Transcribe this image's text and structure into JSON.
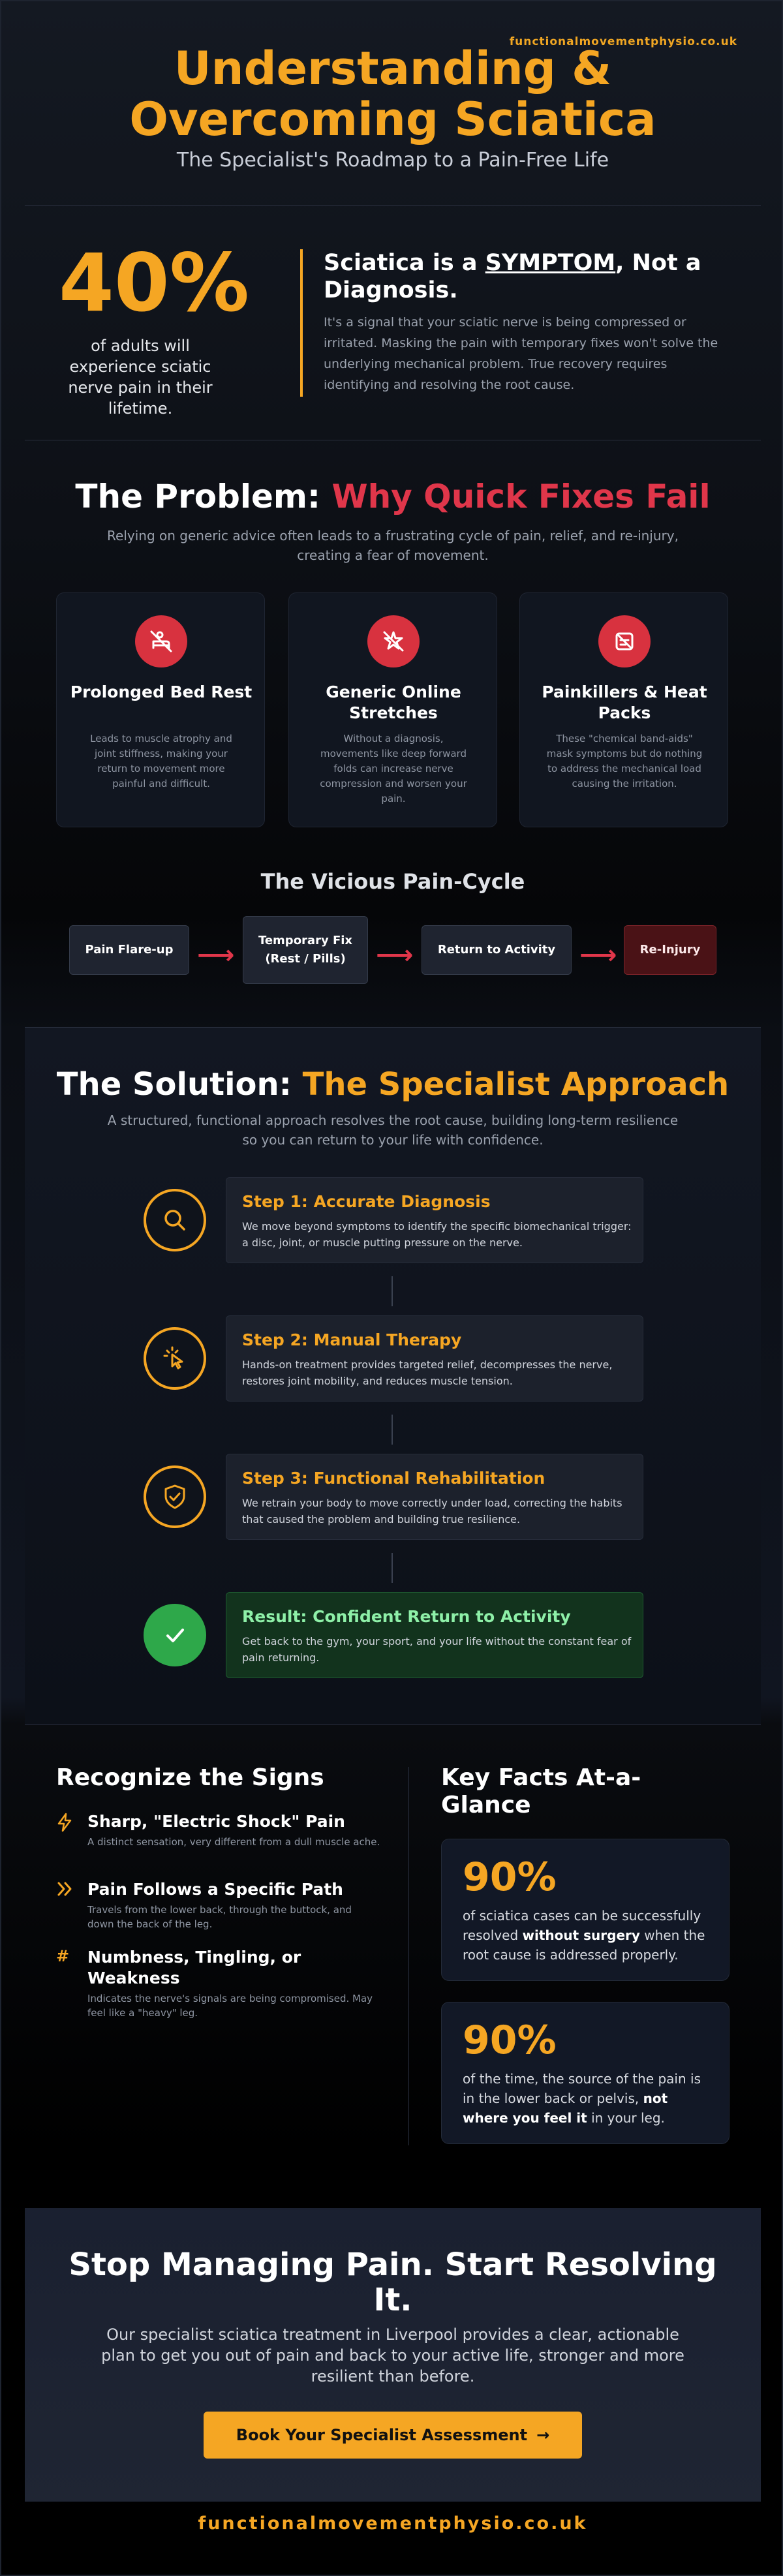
{
  "header": {
    "domain": "functionalmovementphysio.co.uk",
    "title_line1": "Understanding &",
    "title_line2": "Overcoming Sciatica",
    "subtitle": "The Specialist's Roadmap to a Pain-Free Life"
  },
  "stat": {
    "value": "40%",
    "caption": "of adults will experience sciatic nerve pain in their lifetime."
  },
  "symptom": {
    "title_pre": "Sciatica is a ",
    "title_emphasis": "SYMPTOM",
    "title_post": ", Not a Diagnosis.",
    "body": "It's a signal that your sciatic nerve is being compressed or irritated. Masking the pain with temporary fixes won't solve the underlying mechanical problem. True recovery requires identifying and resolving the root cause."
  },
  "problem": {
    "title_pre": "The Problem: ",
    "title_highlight": "Why Quick Fixes Fail",
    "subtitle": "Relying on generic advice often leads to a frustrating cycle of pain, relief, and re-injury, creating a fear of movement.",
    "cards": [
      {
        "title": "Prolonged Bed Rest",
        "body": "Leads to muscle atrophy and joint stiffness, making your return to movement more painful and difficult.",
        "icon": "bed-off-icon"
      },
      {
        "title": "Generic Online Stretches",
        "body": "Without a diagnosis, movements like deep forward folds can increase nerve compression and worsen your pain.",
        "icon": "stretch-off-icon"
      },
      {
        "title": "Painkillers & Heat Packs",
        "body": "These \"chemical band-aids\" mask symptoms but do nothing to address the mechanical load causing the irritation.",
        "icon": "pill-off-icon"
      }
    ]
  },
  "cycle": {
    "title": "The Vicious Pain-Cycle",
    "steps": [
      "Pain Flare-up",
      "Temporary Fix (Rest / Pills)",
      "Return to Activity",
      "Re-Injury"
    ],
    "temp_line1": "Temporary Fix",
    "temp_line2": "(Rest / Pills)"
  },
  "solution": {
    "title_pre": "The Solution: ",
    "title_highlight": "The Specialist Approach",
    "subtitle": "A structured, functional approach resolves the root cause, building long-term resilience so you can return to your life with confidence.",
    "steps": [
      {
        "title": "Step 1: Accurate Diagnosis",
        "body": "We move beyond symptoms to identify the specific biomechanical trigger: a disc, joint, or muscle putting pressure on the nerve.",
        "icon": "search-icon"
      },
      {
        "title": "Step 2: Manual Therapy",
        "body": "Hands-on treatment provides targeted relief, decompresses the nerve, restores joint mobility, and reduces muscle tension.",
        "icon": "hand-pointer-icon"
      },
      {
        "title": "Step 3: Functional Rehabilitation",
        "body": "We retrain your body to move correctly under load, correcting the habits that caused the problem and building true resilience.",
        "icon": "shield-check-icon"
      },
      {
        "title": "Result: Confident Return to Activity",
        "body": "Get back to the gym, your sport, and your life without the constant fear of pain returning.",
        "icon": "check-icon"
      }
    ]
  },
  "signs": {
    "title": "Recognize the Signs",
    "items": [
      {
        "title": "Sharp, \"Electric Shock\" Pain",
        "body": "A distinct sensation, very different from a dull muscle ache.",
        "icon": "lightning-icon"
      },
      {
        "title": "Pain Follows a Specific Path",
        "body": "Travels from the lower back, through the buttock, and down the back of the leg.",
        "icon": "double-chevron-icon"
      },
      {
        "title": "Numbness, Tingling, or Weakness",
        "body": "Indicates the nerve's signals are being compromised. May feel like a \"heavy\" leg.",
        "icon": "hash-icon"
      }
    ]
  },
  "facts": {
    "title": "Key Facts At-a-Glance",
    "items": [
      {
        "value": "90%",
        "text_pre": "of sciatica cases can be successfully resolved ",
        "text_bold": "without surgery",
        "text_post": " when the root cause is addressed properly."
      },
      {
        "value": "90%",
        "text_pre": "of the time, the source of the pain is in the lower back or pelvis, ",
        "text_bold": "not where you feel it",
        "text_post": " in your leg."
      }
    ]
  },
  "cta": {
    "title": "Stop Managing Pain. Start Resolving It.",
    "body": "Our specialist sciatica treatment in Liverpool provides a clear, actionable plan to get you out of pain and back to your active life, stronger and more resilient than before.",
    "button_label": "Book Your Specialist Assessment",
    "button_arrow": "→"
  },
  "footer": {
    "domain": "functionalmovementphysio.co.uk"
  },
  "colors": {
    "accent": "#f5a623",
    "danger": "#e0364a",
    "success": "#2ea84a",
    "background": "#0a0c10"
  }
}
